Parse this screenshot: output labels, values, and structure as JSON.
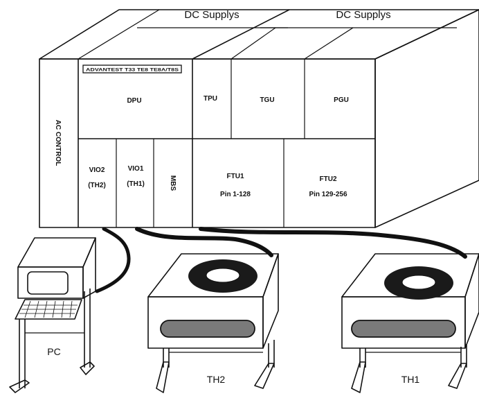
{
  "cabinet": {
    "supply_label_left": "DC Supplys",
    "supply_label_right": "DC Supplys",
    "ac_control": "AC CONTROL",
    "dpu_strip": "ADVANTEST T33 TE8 TE8A/T8S",
    "dpu": "DPU",
    "tpu": "TPU",
    "tgu": "TGU",
    "pgu": "PGU",
    "vio2_line1": "VIO2",
    "vio2_line2": "(TH2)",
    "vio1_line1": "VIO1",
    "vio1_line2": "(TH1)",
    "mbs": "MBS",
    "ftu1_line1": "FTU1",
    "ftu1_line2": "Pin 1-128",
    "ftu2_line1": "FTU2",
    "ftu2_line2": "Pin 129-256"
  },
  "devices": {
    "pc": "PC",
    "th2": "TH2",
    "th1": "TH1"
  }
}
